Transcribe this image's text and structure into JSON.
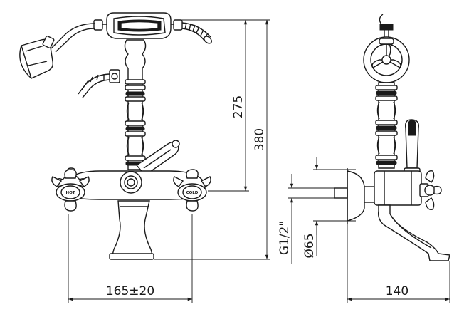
{
  "dimensions": {
    "height_outlet": "275",
    "height_total": "380",
    "width_centers": "165±20",
    "depth": "140",
    "rosette_diameter": "Ø65",
    "thread": "G1/2\""
  },
  "badges": {
    "hot": "HOT",
    "cold": "COLD"
  },
  "colors": {
    "line": "#1a1a1a",
    "background": "#ffffff"
  }
}
